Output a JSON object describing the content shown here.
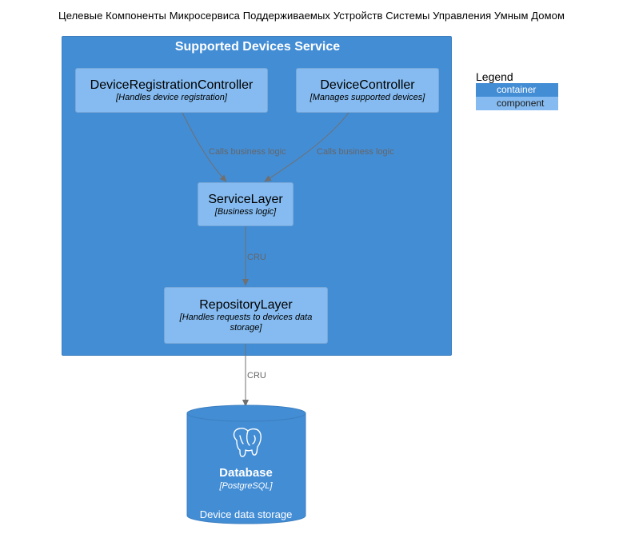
{
  "title": "Целевые Компоненты Микросервиса Поддерживаемых Устройств Системы Управления Умным Домом",
  "boundary": {
    "label": "Supported Devices Service"
  },
  "components": {
    "registration": {
      "name": "DeviceRegistrationController",
      "tech": "[Handles device registration]"
    },
    "controller": {
      "name": "DeviceController",
      "tech": "[Manages supported devices]"
    },
    "service": {
      "name": "ServiceLayer",
      "tech": "[Business logic]"
    },
    "repository": {
      "name": "RepositoryLayer",
      "tech_line1": "[Handles requests to devices data",
      "tech_line2": "storage]"
    }
  },
  "database": {
    "name": "Database",
    "tech": "[PostgreSQL]",
    "description": "Device data storage",
    "icon": "postgresql-elephant-icon"
  },
  "edges": {
    "registration_to_service": "Calls business logic",
    "controller_to_service": "Calls business logic",
    "service_to_repository": "CRU",
    "repository_to_database": "CRU"
  },
  "legend": {
    "title": "Legend",
    "items": [
      {
        "label": "container",
        "color": "#438dd5"
      },
      {
        "label": "component",
        "color": "#85bbf0"
      }
    ]
  },
  "colors": {
    "container": "#438dd5",
    "component": "#85bbf0",
    "edge": "#707070"
  }
}
